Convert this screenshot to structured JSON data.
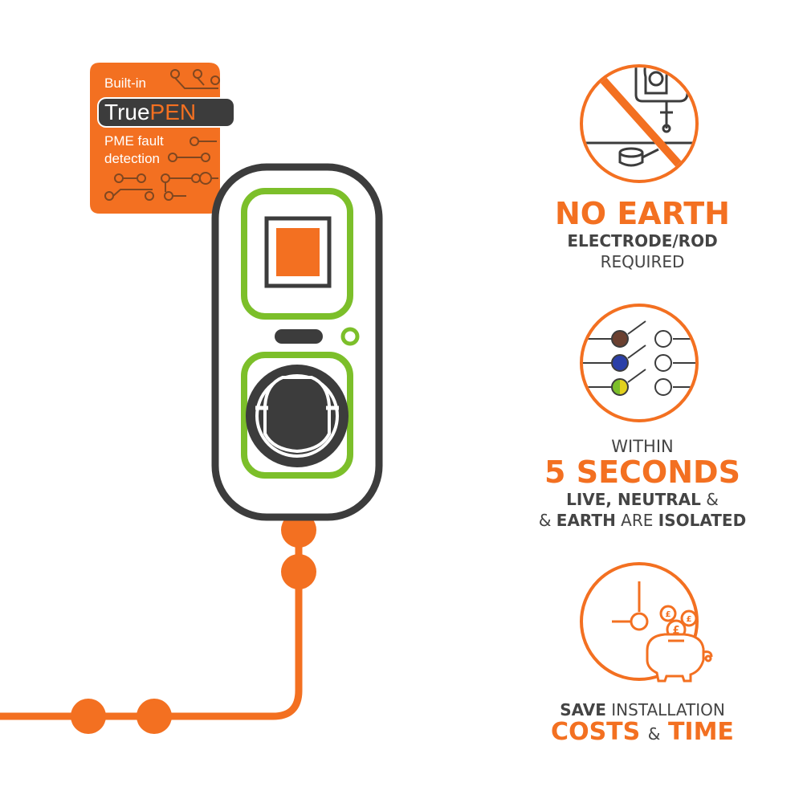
{
  "colors": {
    "orange": "#f37021",
    "green": "#7cbf2a",
    "dark": "#3c3c3c",
    "brown": "#6b4030",
    "blue": "#2a3fa8",
    "yellow": "#e3d11e"
  },
  "badge": {
    "line1": "Built-in",
    "brand_true": "True",
    "brand_pen": "PEN",
    "line3": "PME fault",
    "line4": "detection"
  },
  "feature1": {
    "icon": "no-earth-rod-icon",
    "headline": "NO EARTH",
    "line2": "ELECTRODE/ROD",
    "line3": "REQUIRED"
  },
  "feature2": {
    "icon": "isolation-switch-icon",
    "line1": "WITHIN",
    "headline": "5 SECONDS",
    "line3_bold": "LIVE, NEUTRAL",
    "line3_amp": "&",
    "line4_bold1": "&",
    "line4_bold2": "EARTH",
    "line4_light": "ARE",
    "line4_bold3": "ISOLATED"
  },
  "feature3": {
    "icon": "piggy-bank-clock-icon",
    "line1_bold": "SAVE",
    "line1_light": "INSTALLATION",
    "headline1": "COSTS",
    "amp": "&",
    "headline2": "TIME",
    "coin_symbol": "£"
  }
}
